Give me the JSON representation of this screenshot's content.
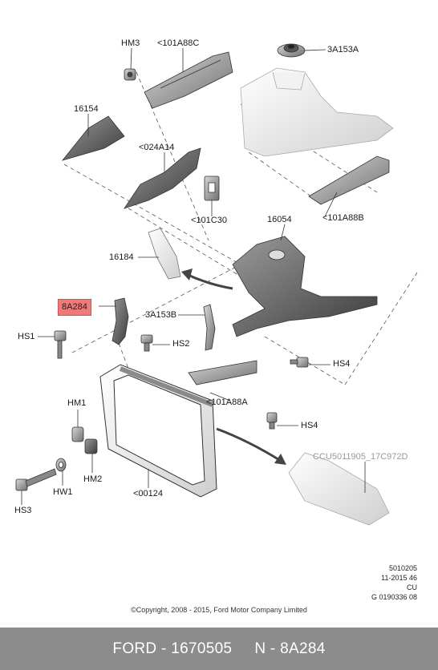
{
  "labels": {
    "hm3": "HM3",
    "l101a88c": "<101A88C",
    "l3a153a": "3A153A",
    "l16154": "16154",
    "l024a14": "<024A14",
    "l101c30": "<101C30",
    "l101a88b": "<101A88B",
    "l16054": "16054",
    "l16184": "16184",
    "l8a284": "8A284",
    "l3a153b": "3A153B",
    "hs1": "HS1",
    "hs2": "HS2",
    "hs4a": "HS4",
    "l101a88a": "<101A88A",
    "hs4b": "HS4",
    "hm1": "HM1",
    "ccu": "CCU5011905_17C972D",
    "hm2": "HM2",
    "hw1": "HW1",
    "hs3": "HS3",
    "l00124": "<00124"
  },
  "meta": {
    "line1": "5010205",
    "line2": "11-2015 46",
    "line3": "CU",
    "line4": "G 0190336 08"
  },
  "copyright": "©Copyright, 2008 - 2015, Ford Motor Company Limited",
  "footer": {
    "part_number": "FORD - 1670505",
    "part_code": "N - 8A284"
  },
  "colors": {
    "highlight": "#ef7a7a",
    "footer_bg": "#8c8c8c"
  }
}
